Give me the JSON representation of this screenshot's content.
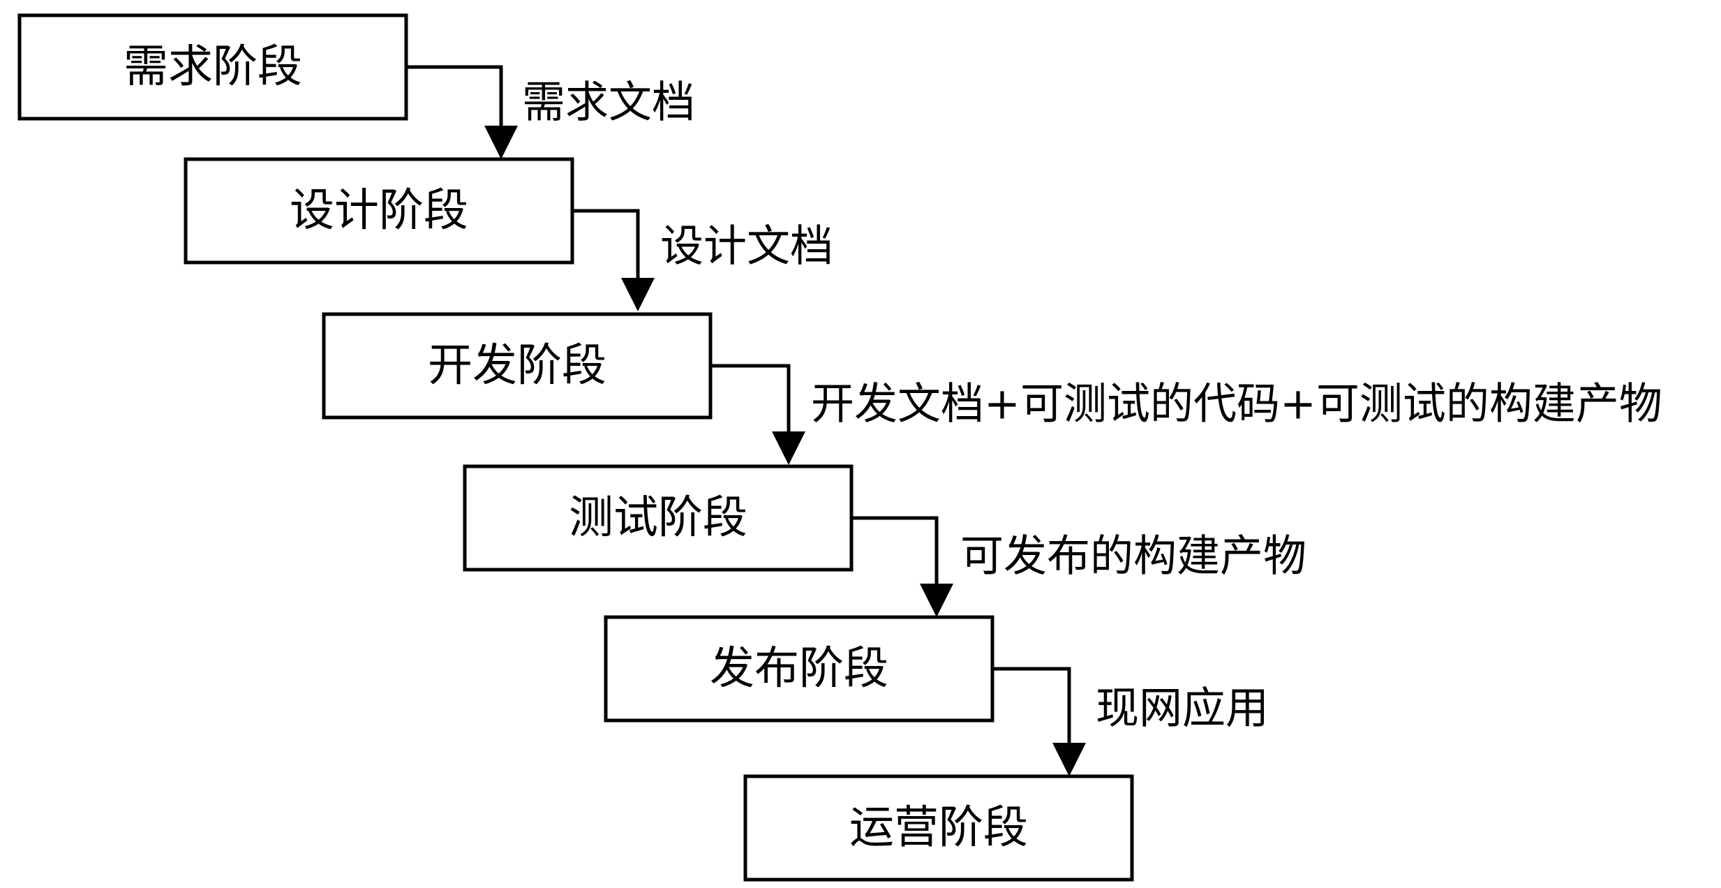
{
  "diagram": {
    "stages": [
      {
        "label": "需求阶段"
      },
      {
        "label": "设计阶段"
      },
      {
        "label": "开发阶段"
      },
      {
        "label": "测试阶段"
      },
      {
        "label": "发布阶段"
      },
      {
        "label": "运营阶段"
      }
    ],
    "artifacts": [
      {
        "label": "需求文档"
      },
      {
        "label": "设计文档"
      },
      {
        "label": "开发文档+可测试的代码+可测试的构建产物"
      },
      {
        "label": "可发布的构建产物"
      },
      {
        "label": "现网应用"
      }
    ]
  }
}
